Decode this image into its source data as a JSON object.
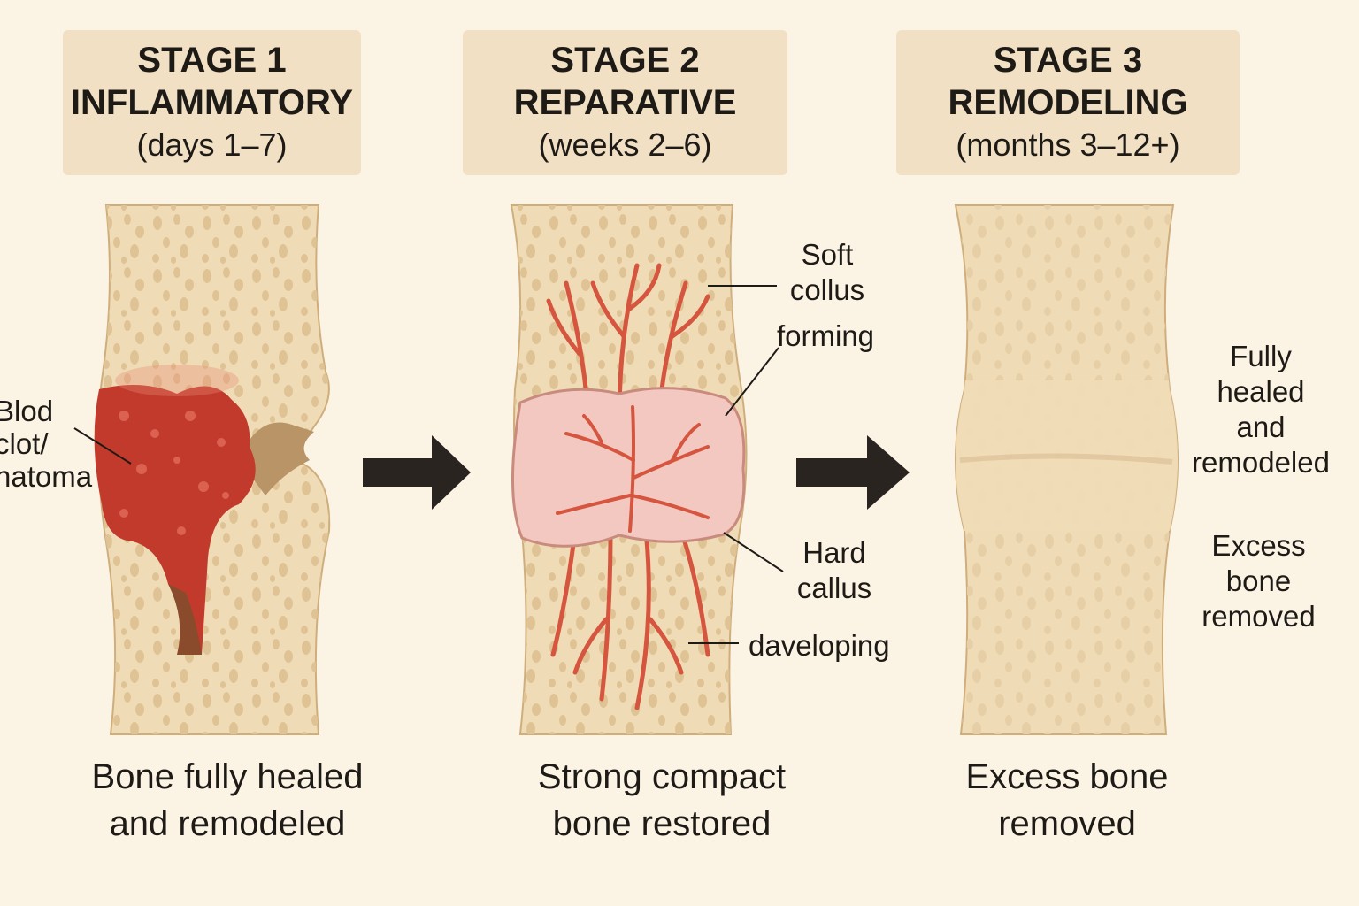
{
  "stages": [
    {
      "title": "STAGE 1",
      "name": "INFLAMMATORY",
      "duration": "(days 1–7)",
      "caption_line1": "Bone fully healed",
      "caption_line2": "and remodeled"
    },
    {
      "title": "STAGE 2",
      "name": "REPARATIVE",
      "duration": "(weeks 2–6)",
      "caption_line1": "Strong compact",
      "caption_line2": "bone restored"
    },
    {
      "title": "STAGE 3",
      "name": "REMODELING",
      "duration": "(months 3–12+)",
      "caption_line1": "Excess bone",
      "caption_line2": "removed"
    }
  ],
  "labels": {
    "clot": [
      "Blod",
      "clot/",
      "hatoma"
    ],
    "soft_callus": [
      "Soft",
      "collus"
    ],
    "forming": "forming",
    "hard_callus": [
      "Hard",
      "callus"
    ],
    "developing": "daveloping",
    "fully_healed": [
      "Fully",
      "healed",
      "and",
      "remodeled"
    ],
    "excess_removed": [
      "Excess",
      "bone",
      "removed"
    ]
  },
  "colors": {
    "background": "#fbf3e4",
    "header_box": "#f1e0c4",
    "bone": "#efdcb7",
    "bone_pore": "#e0c394",
    "hematoma": "#c23a2c",
    "callus": "#f3c8c0",
    "vessel": "#d5553f",
    "arrow": "#2a2420"
  }
}
